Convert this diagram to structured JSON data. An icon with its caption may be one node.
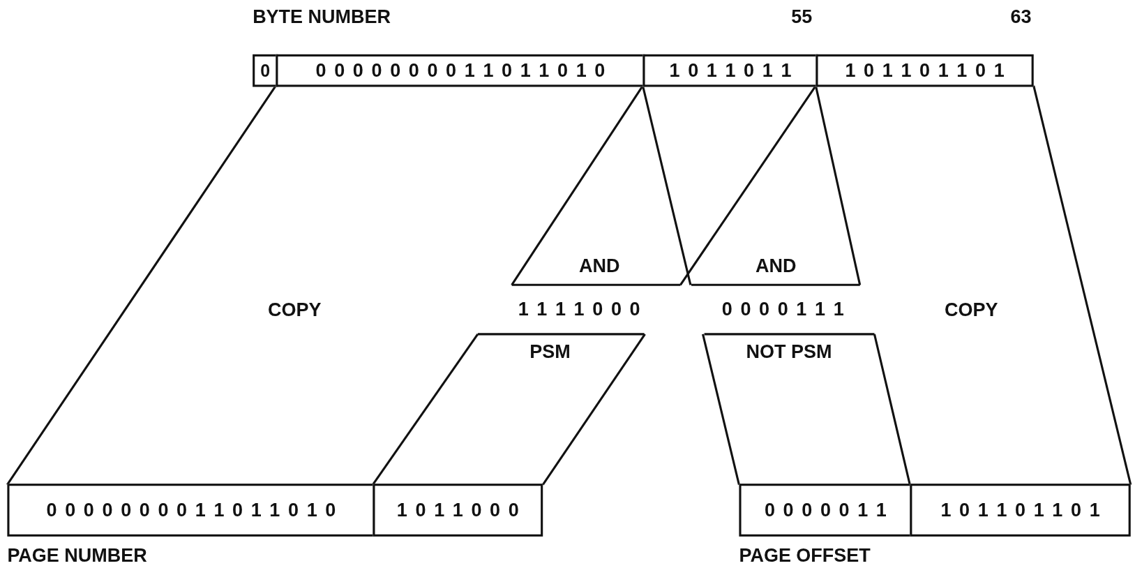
{
  "diagram": {
    "nodes": [
      {
        "text": [
          "0"
        ]
      },
      {
        "text": [
          "0 0 0 0 0 0 0 0 1 1 0 1 1 0 1 0"
        ]
      },
      {
        "text": [
          "1 0 1 1 0 1 1"
        ]
      },
      {
        "text": [
          "1 0 1 1 0 1 1 0 1"
        ]
      },
      {
        "text": [
          "0 0 0 0 0 0 0 0 1 1 0 1 1 0 1 0"
        ]
      },
      {
        "text": [
          "1 0 1 1 0 0 0"
        ]
      },
      {
        "text": [
          "0 0 0 0 0 1 1"
        ]
      },
      {
        "text": [
          "1 0 1 1 0 1 1 0 1"
        ]
      },
      {
        "text": [
          "1 1 1 1 0 0 0"
        ],
        "beside": [
          "AND",
          "PSM"
        ]
      },
      {
        "text": [
          "0 0 0 0 1 1 1"
        ],
        "beside": [
          "AND",
          "NOT PSM"
        ]
      }
    ],
    "edges": [
      {
        "from": 1,
        "to": 4,
        "arrow": "none"
      },
      {
        "from": 2,
        "to": 8,
        "arrow": "none"
      },
      {
        "from": 2,
        "to": 8,
        "arrow": "none"
      },
      {
        "from": 8,
        "to": 5,
        "arrow": "none"
      },
      {
        "from": 8,
        "to": 5,
        "arrow": "none"
      },
      {
        "from": 2,
        "to": 9,
        "arrow": "none"
      },
      {
        "from": 2,
        "to": 9,
        "arrow": "none"
      },
      {
        "from": 9,
        "to": 6,
        "arrow": "none"
      },
      {
        "from": 9,
        "to": 6,
        "arrow": "none"
      },
      {
        "from": 3,
        "to": 7,
        "arrow": "none"
      }
    ],
    "labels": [
      "BYTE NUMBER",
      "55",
      "63",
      "COPY",
      "COPY",
      "PAGE NUMBER",
      "PAGE OFFSET"
    ]
  }
}
